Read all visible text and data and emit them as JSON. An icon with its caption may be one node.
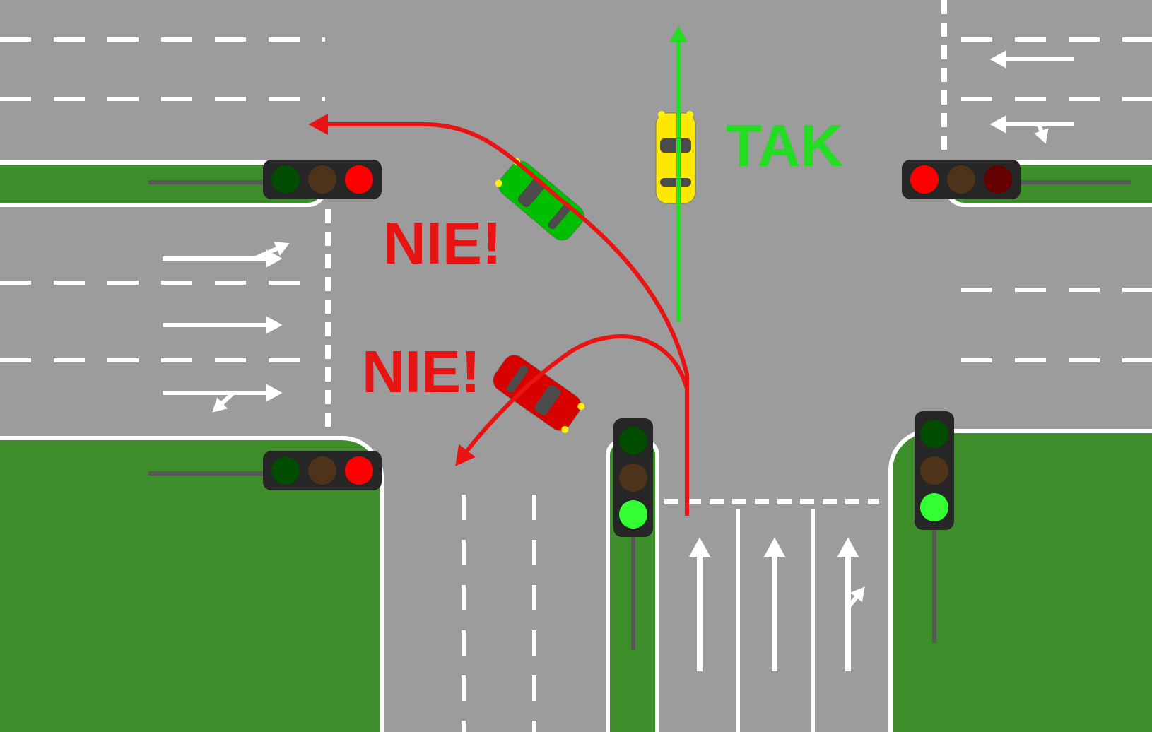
{
  "diagram": {
    "labels": [
      "TAK",
      "NIE!",
      "NIE!"
    ]
  }
}
